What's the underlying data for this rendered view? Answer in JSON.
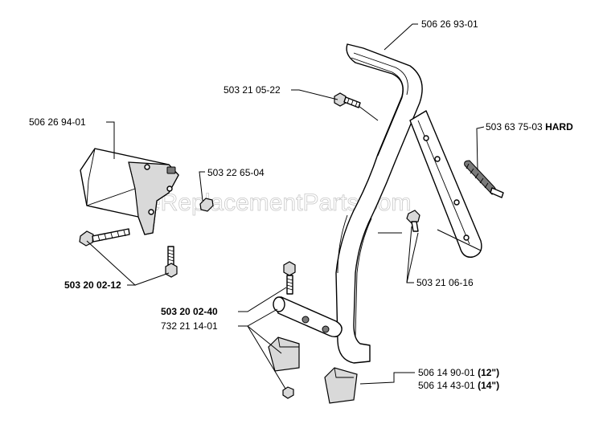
{
  "watermark": "eReplacementParts.com",
  "parts": {
    "front_handle": "506 26 93-01",
    "screw_top": "503 21 05-22",
    "spring_hard_num": "503 63 75-03",
    "spring_hard_suffix": "HARD",
    "bracket": "506 26 94-01",
    "nut_small": "503 22 65-04",
    "screw_pair": "503 20 02-12",
    "screw_right": "503 21 06-16",
    "screw_mid": "503 20 02-40",
    "tube_part": "732 21 14-01",
    "block_12_num": "506 14 90-01",
    "block_12_suffix": "(12\")",
    "block_14_num": "506 14 43-01",
    "block_14_suffix": "(14\")"
  }
}
